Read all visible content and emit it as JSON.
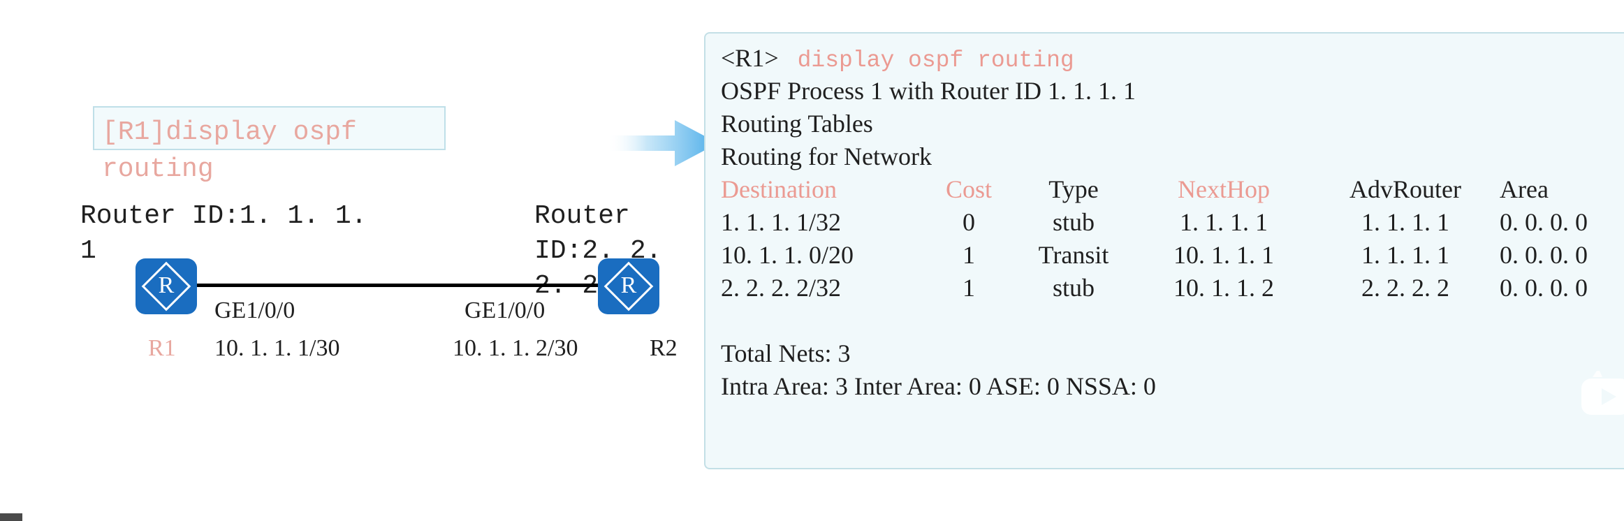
{
  "diagram": {
    "command_box": {
      "text": "[R1]display ospf routing",
      "border_color": "#bfdfe8",
      "text_color": "#e8a79f"
    },
    "routers": [
      {
        "id_label": "Router ID:1. 1. 1. 1",
        "icon": "router-icon",
        "glyph": "R",
        "name": "R1",
        "name_color": "#e8a79f",
        "interface": "GE1/0/0",
        "address": "10. 1. 1. 1/30"
      },
      {
        "id_label": "Router\nID:2. 2. 2. 2",
        "icon": "router-icon",
        "glyph": "R",
        "name": "R2",
        "name_color": "#1f1f1f",
        "interface": "GE1/0/0",
        "address": "10. 1. 1. 2/30"
      }
    ],
    "link_color": "#000000",
    "arrow": {
      "name": "flow-arrow",
      "color_start": "#ffffff",
      "color_end": "#4aaeea"
    }
  },
  "terminal": {
    "background": "#f1f9fb",
    "border_color": "#c3dfe6",
    "accent_color": "#eb9a92",
    "prompt": {
      "tag": "<R1>",
      "command": "display ospf routing"
    },
    "lines": [
      "OSPF Process 1 with Router ID 1. 1. 1. 1",
      "Routing Tables",
      "Routing for Network"
    ],
    "table": {
      "headers": [
        {
          "label": "Destination",
          "accent": true
        },
        {
          "label": "Cost",
          "accent": true
        },
        {
          "label": "Type",
          "accent": false
        },
        {
          "label": "NextHop",
          "accent": true
        },
        {
          "label": "AdvRouter",
          "accent": false
        },
        {
          "label": "Area",
          "accent": false
        }
      ],
      "rows": [
        {
          "destination": "1. 1. 1. 1/32",
          "cost": "0",
          "type": "stub",
          "nexthop": "1. 1. 1. 1",
          "advrouter": "1. 1. 1. 1",
          "area": "0. 0. 0. 0"
        },
        {
          "destination": "10. 1. 1. 0/20",
          "cost": "1",
          "type": "Transit",
          "nexthop": "10. 1. 1. 1",
          "advrouter": "1. 1. 1. 1",
          "area": "0. 0. 0. 0"
        },
        {
          "destination": "2. 2. 2. 2/32",
          "cost": "1",
          "type": "stub",
          "nexthop": "10. 1. 1. 2",
          "advrouter": "2. 2. 2. 2",
          "area": "0. 0. 0. 0"
        }
      ]
    },
    "summary": [
      "Total Nets: 3",
      "Intra Area: 3  Inter Area: 0  ASE: 0  NSSA: 0"
    ]
  },
  "watermark": {
    "icon": "play-video-icon"
  }
}
